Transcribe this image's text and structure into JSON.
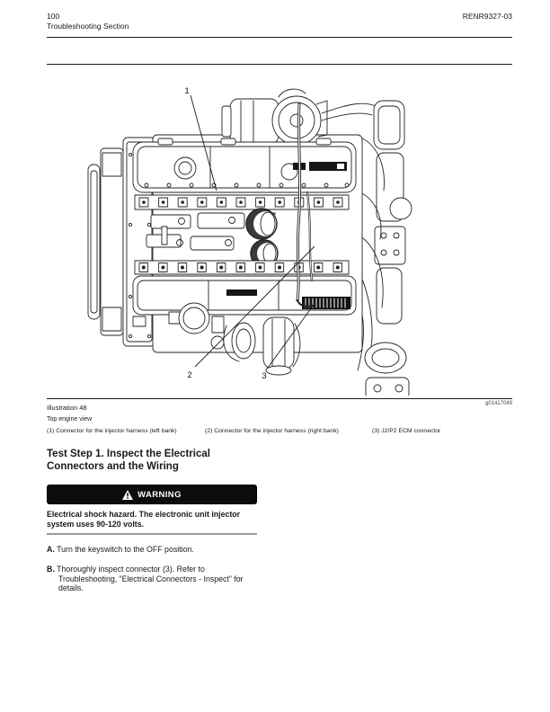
{
  "header": {
    "page_number": "100",
    "section_title": "Troubleshooting Section",
    "doc_number": "RENR9327-03"
  },
  "figure": {
    "label": "Illustration 48",
    "ref_code": "g01417049",
    "view_title": "Top engine view",
    "callout_1": "1",
    "callout_2": "2",
    "callout_3": "3",
    "captions": [
      {
        "num": "(1)",
        "text": "Connector for the injector harness (left bank)"
      },
      {
        "num": "(2)",
        "text": "Connector for the injector harness (right bank)"
      },
      {
        "num": "(3)",
        "text": "J2/P2 ECM connector"
      }
    ]
  },
  "test_step": {
    "heading": "Test Step 1. Inspect the Electrical Connectors and the Wiring",
    "warning_label": "WARNING",
    "warning_text": "Electrical shock hazard. The electronic unit injector system uses 90-120 volts.",
    "steps": [
      {
        "letter": "A.",
        "text": "Turn the keyswitch to the OFF position."
      },
      {
        "letter": "B.",
        "text": "Thoroughly inspect connector (3). Refer to Troubleshooting, “Electrical Connectors - Inspect” for details."
      }
    ]
  }
}
